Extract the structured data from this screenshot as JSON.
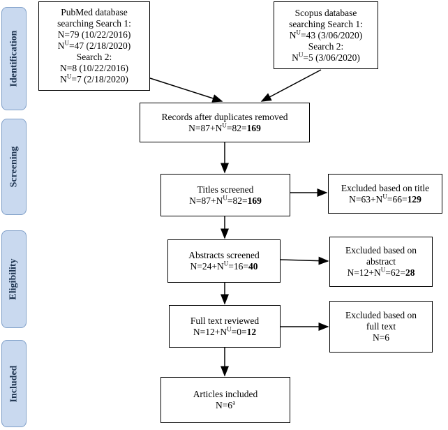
{
  "phases": {
    "identification": "Identification",
    "screening": "Screening",
    "eligibility": "Eligibility",
    "included": "Included"
  },
  "pubmed": {
    "line1": "PubMed database",
    "line2": "searching Search 1:",
    "line3": "N=79 (10/22/2016)",
    "line4_pre": "N",
    "line4_sup": "U",
    "line4_post": "=47 (2/18/2020)",
    "line5": "Search 2:",
    "line6": "N=8 (10/22/2016)",
    "line7_pre": "N",
    "line7_sup": "U",
    "line7_post": "=7 (2/18/2020)"
  },
  "scopus": {
    "line1": "Scopus database",
    "line2": "searching Search 1:",
    "line3_pre": "N",
    "line3_sup": "U",
    "line3_post": "=43 (3/06/2020)",
    "line4": "Search 2:",
    "line5_pre": "N",
    "line5_sup": "U",
    "line5_post": "=5 (3/06/2020)"
  },
  "records": {
    "title": "Records after duplicates removed",
    "pre": "N=87+N",
    "sup": "U",
    "post": "=82=",
    "total": "169"
  },
  "titles": {
    "title": "Titles screened",
    "pre": "N=87+N",
    "sup": "U",
    "post": "=82=",
    "total": "169"
  },
  "excluded_title": {
    "title": "Excluded based on title",
    "pre": "N=63+N",
    "sup": "U",
    "post": "=66=",
    "total": "129"
  },
  "abstracts": {
    "title": "Abstracts screened",
    "pre": "N=24+N",
    "sup": "U",
    "post": "=16=",
    "total": "40"
  },
  "excluded_abstract": {
    "line1": "Excluded based on",
    "line2": "abstract",
    "pre": "N=12+N",
    "sup": "U",
    "post": "=62=",
    "total": "28"
  },
  "fulltext": {
    "title": "Full text reviewed",
    "pre": "N=12+N",
    "sup": "U",
    "post": "=0=",
    "total": "12"
  },
  "excluded_fulltext": {
    "line1": "Excluded based on",
    "line2": "full text",
    "line3": "N=6"
  },
  "included": {
    "title": "Articles included",
    "pre": "N=6",
    "sup": "a"
  }
}
